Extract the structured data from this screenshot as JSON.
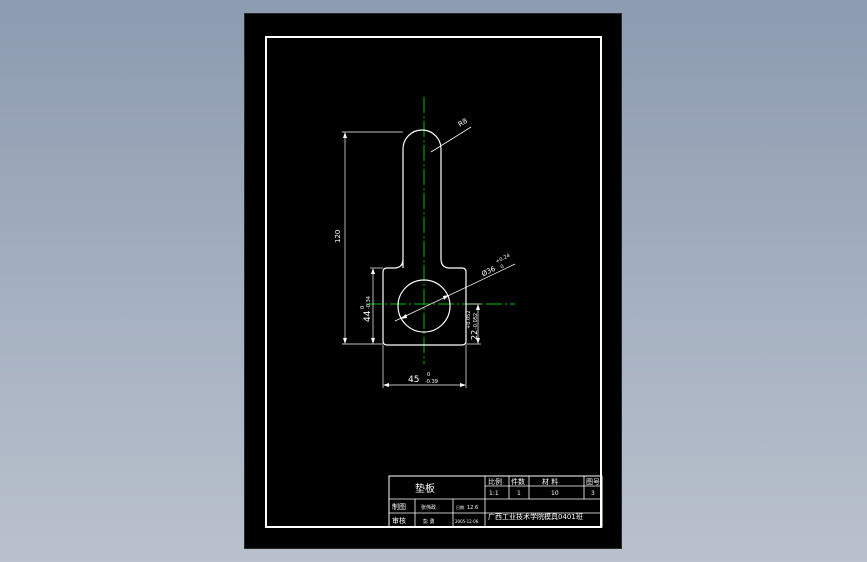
{
  "colors": {
    "background": "#000000",
    "line": "#ffffff",
    "centerline": "#00c000",
    "frame": "#ffffff"
  },
  "dimensions": {
    "radius": "R8",
    "length": "120",
    "hole_dia": "Ø36",
    "hole_dia_tol_upper": "+0.24",
    "hole_dia_tol_lower": "0",
    "height_44": "44",
    "height_44_tol_upper": "0",
    "height_44_tol_lower": "-0.34",
    "height_22": "22",
    "height_22_tol_upper": "+0.052",
    "height_22_tol_lower": "-0.052",
    "width_45": "45",
    "width_45_tol_upper": "0",
    "width_45_tol_lower": "-0.39"
  },
  "title_block": {
    "part_name": "垫板",
    "col_scale": "比例",
    "col_qty": "件数",
    "col_material": "材 料",
    "col_drawing_no": "图号",
    "scale_value": "1:1",
    "qty_value": "1",
    "material_value": "10",
    "drawing_no_value": "3",
    "drafter_label": "制图",
    "drafter_value": "张伟政",
    "checker_label": "审核",
    "checker_value": "彭 勇",
    "date_label": "日期",
    "date_value": "12.6",
    "date2_value": "2005-12-06",
    "school": "广西工业技术学院模具0401班"
  }
}
